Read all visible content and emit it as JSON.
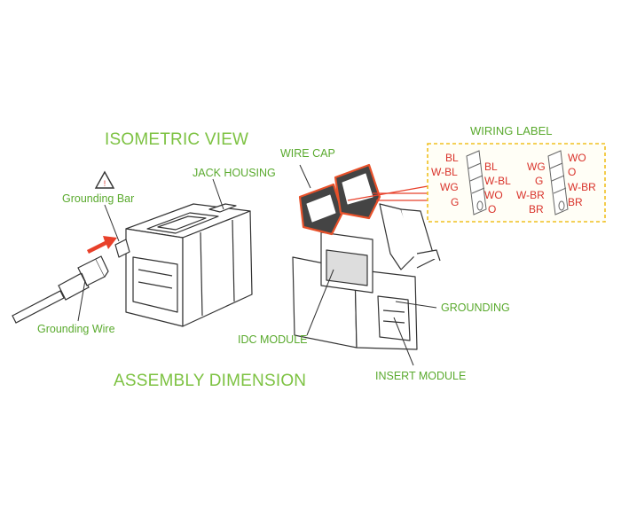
{
  "headings": {
    "isometric_view": "ISOMETRIC VIEW",
    "assembly_dimension": "ASSEMBLY DIMENSION",
    "wiring_label": "WIRING LABEL"
  },
  "labels": {
    "grounding_bar": "Grounding Bar",
    "jack_housing": "JACK HOUSING",
    "grounding_wire": "Grounding Wire",
    "wire_cap": "WIRE CAP",
    "idc_module": "IDC MODULE",
    "grounding": "GROUNDING",
    "insert_module": "INSERT MODULE"
  },
  "wiring_label": {
    "left_outer": [
      "BL",
      "W-BL",
      "WG",
      "G"
    ],
    "left_inner": [
      "BL",
      "W-BL",
      "WO",
      "O"
    ],
    "right_inner": [
      "WG",
      "G",
      "W-BR",
      "BR"
    ],
    "right_outer": [
      "WO",
      "O",
      "W-BR",
      "BR"
    ]
  },
  "colors": {
    "heading_green": "#7dc242",
    "label_green": "#5aaa2e",
    "wire_red": "#d9332b",
    "cap_orange": "#e8512a",
    "label_border_yellow": "#f0c020",
    "arrow_red": "#e8402a"
  },
  "icons": {
    "warning": "warning-triangle-icon"
  }
}
